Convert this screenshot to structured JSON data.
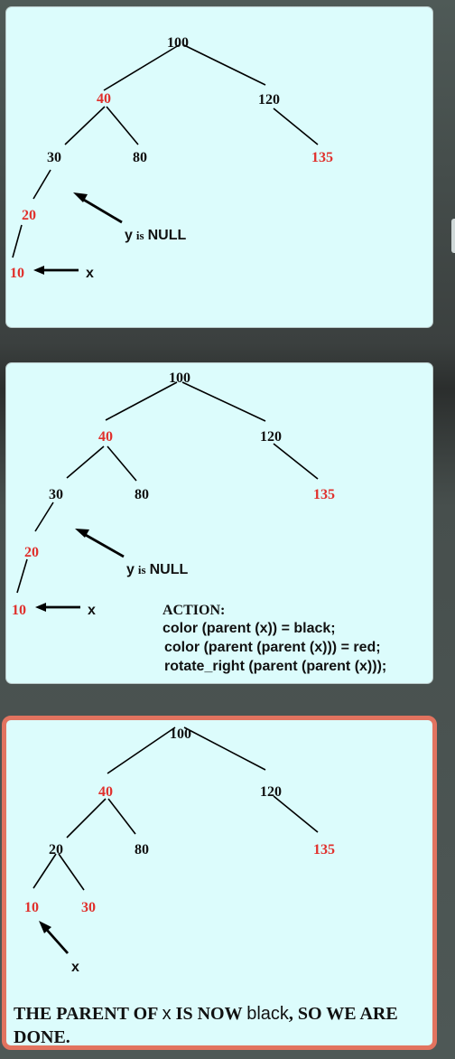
{
  "slide1": {
    "nodes": {
      "n100": "100",
      "n40": "40",
      "n120": "120",
      "n30": "30",
      "n80": "80",
      "n135": "135",
      "n20": "20",
      "n10": "10"
    },
    "y_label": "y",
    "is_label": "is",
    "null_label": "NULL",
    "x_label": "x"
  },
  "slide2": {
    "nodes": {
      "n100": "100",
      "n40": "40",
      "n120": "120",
      "n30": "30",
      "n80": "80",
      "n135": "135",
      "n20": "20",
      "n10": "10"
    },
    "y_label": "y",
    "is_label": "is",
    "null_label": "NULL",
    "x_label": "x",
    "action_heading": "ACTION:",
    "action_lines": [
      "color (parent (x)) = black;",
      "color (parent (parent (x))) = red;",
      "rotate_right (parent (parent (x)));"
    ]
  },
  "slide3": {
    "nodes": {
      "n100": "100",
      "n40": "40",
      "n120": "120",
      "n20": "20",
      "n80": "80",
      "n135": "135",
      "n10": "10",
      "n30": "30"
    },
    "x_label": "x",
    "conclusion": {
      "part1": "THE PARENT OF ",
      "part2": "x",
      "part3": " IS NOW ",
      "part4": "black",
      "part5": ", SO WE ARE DONE."
    }
  },
  "colors": {
    "red_node": "#e0302c",
    "black_node": "#111111",
    "panel_bg": "#dcfcfc",
    "highlight_border": "#e2735f"
  }
}
